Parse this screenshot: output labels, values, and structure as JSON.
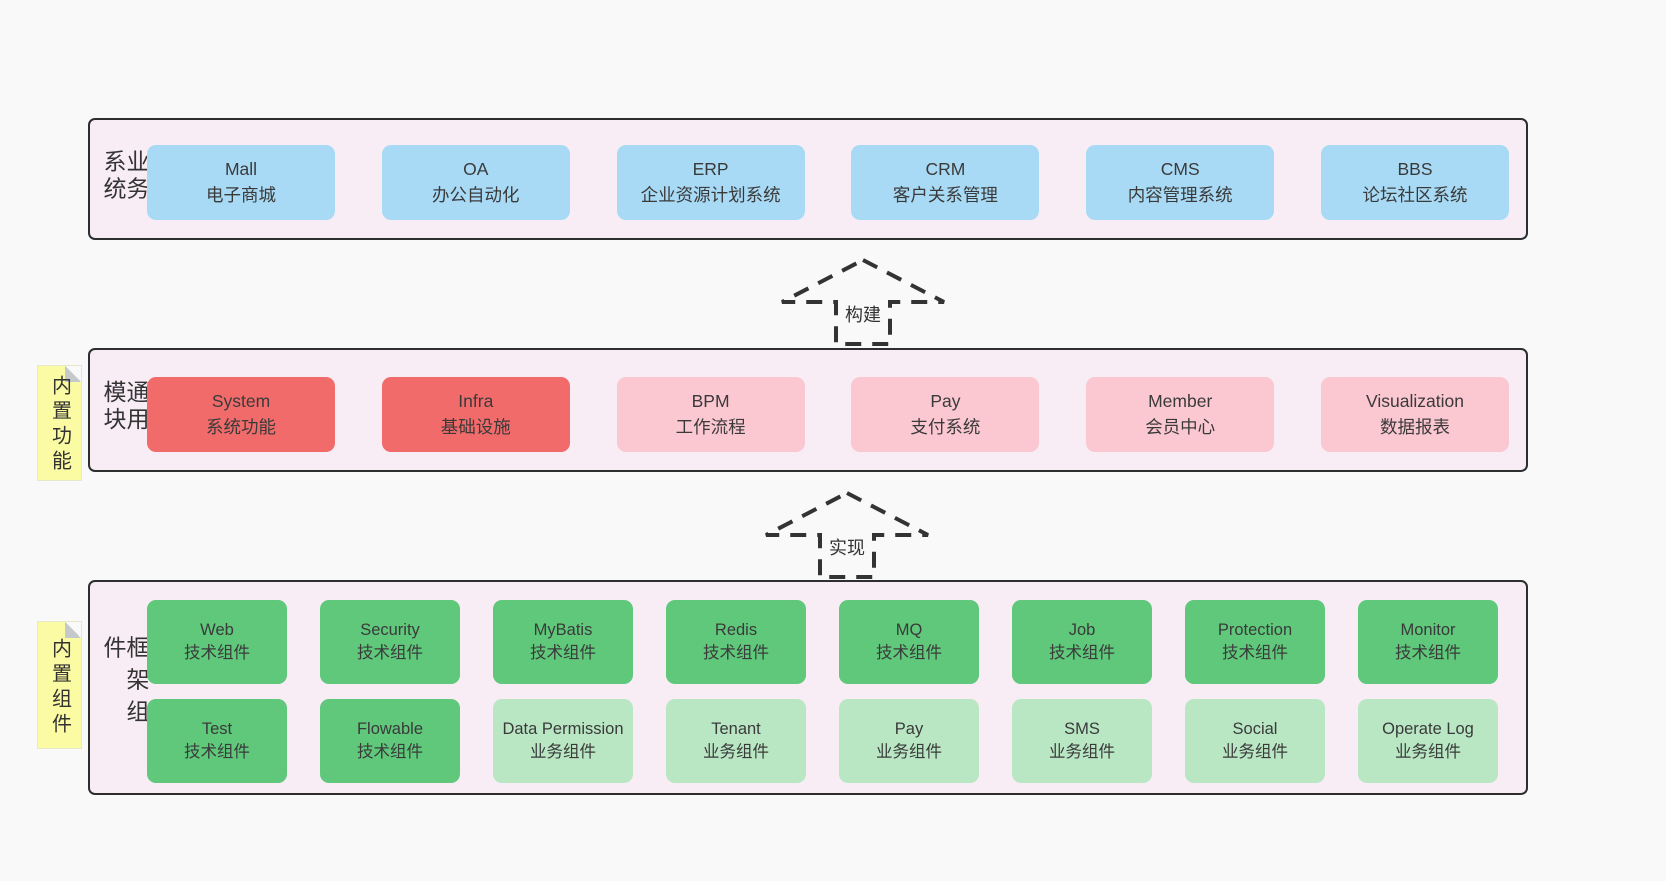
{
  "colors": {
    "page_bg": "#f9f9f9",
    "band_bg": "#f8edf5",
    "band_border": "#2e2e2e",
    "box_blue": "#a8daf5",
    "box_red": "#f16b6b",
    "box_pink": "#fbc8d2",
    "box_green": "#5fc87b",
    "box_green_light": "#b9e7c4",
    "note_yellow": "#fbfba3",
    "text": "#3a3a3a"
  },
  "arrows": [
    {
      "label": "构建"
    },
    {
      "label": "实现"
    }
  ],
  "bands": [
    {
      "label": "业务系统",
      "boxes": [
        {
          "title": "Mall",
          "subtitle": "电子商城"
        },
        {
          "title": "OA",
          "subtitle": "办公自动化"
        },
        {
          "title": "ERP",
          "subtitle": "企业资源计划系统"
        },
        {
          "title": "CRM",
          "subtitle": "客户关系管理"
        },
        {
          "title": "CMS",
          "subtitle": "内容管理系统"
        },
        {
          "title": "BBS",
          "subtitle": "论坛社区系统"
        }
      ]
    },
    {
      "label": "通用模块",
      "note": "内置功能",
      "boxes": [
        {
          "title": "System",
          "subtitle": "系统功能"
        },
        {
          "title": "Infra",
          "subtitle": "基础设施"
        },
        {
          "title": "BPM",
          "subtitle": "工作流程"
        },
        {
          "title": "Pay",
          "subtitle": "支付系统"
        },
        {
          "title": "Member",
          "subtitle": "会员中心"
        },
        {
          "title": "Visualization",
          "subtitle": "数据报表"
        }
      ]
    },
    {
      "label": "框架组件",
      "note": "内置组件",
      "rows": [
        [
          {
            "title": "Web",
            "subtitle": "技术组件"
          },
          {
            "title": "Security",
            "subtitle": "技术组件"
          },
          {
            "title": "MyBatis",
            "subtitle": "技术组件"
          },
          {
            "title": "Redis",
            "subtitle": "技术组件"
          },
          {
            "title": "MQ",
            "subtitle": "技术组件"
          },
          {
            "title": "Job",
            "subtitle": "技术组件"
          },
          {
            "title": "Protection",
            "subtitle": "技术组件"
          },
          {
            "title": "Monitor",
            "subtitle": "技术组件"
          }
        ],
        [
          {
            "title": "Test",
            "subtitle": "技术组件"
          },
          {
            "title": "Flowable",
            "subtitle": "技术组件"
          },
          {
            "title": "Data Permission",
            "subtitle": "业务组件"
          },
          {
            "title": "Tenant",
            "subtitle": "业务组件"
          },
          {
            "title": "Pay",
            "subtitle": "业务组件"
          },
          {
            "title": "SMS",
            "subtitle": "业务组件"
          },
          {
            "title": "Social",
            "subtitle": "业务组件"
          },
          {
            "title": "Operate Log",
            "subtitle": "业务组件"
          }
        ]
      ]
    }
  ]
}
